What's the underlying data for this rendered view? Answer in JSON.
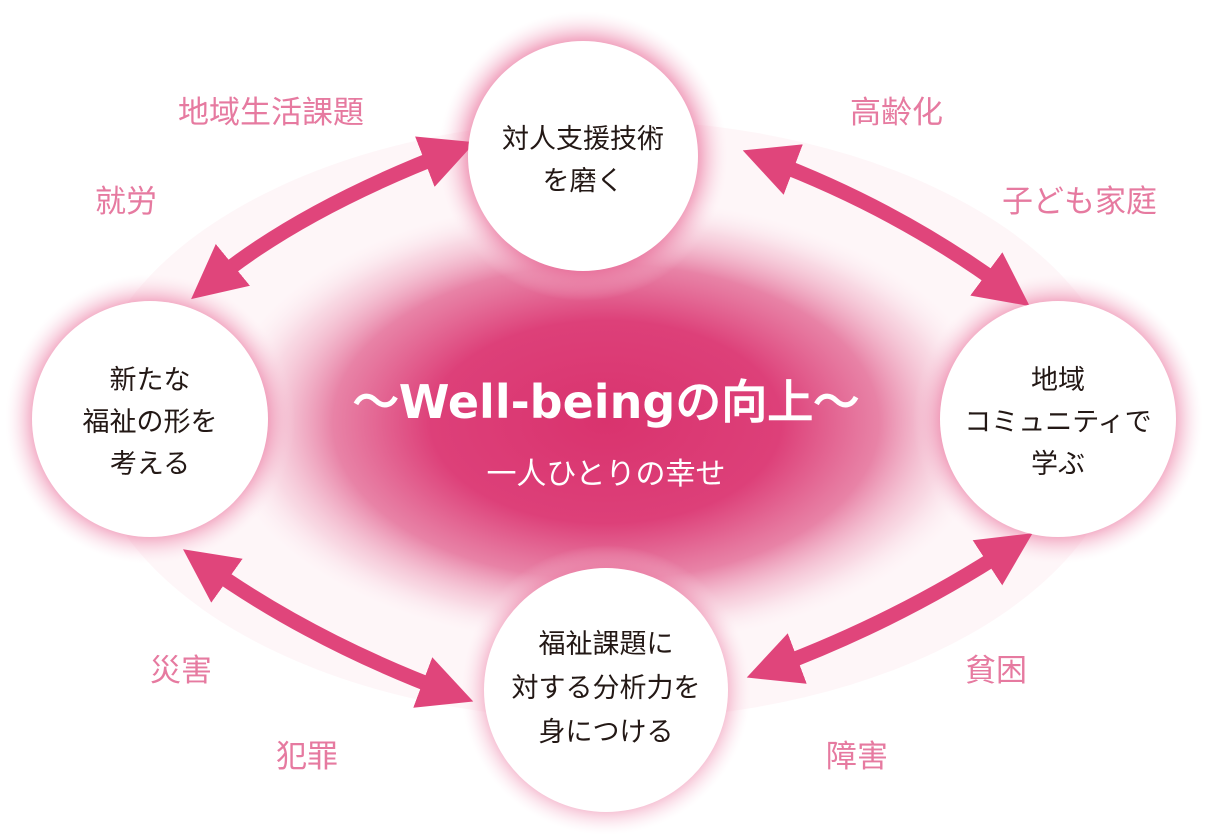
{
  "colors": {
    "accent": "#e0457b",
    "label": "#e67aa0",
    "circle_fill": "#ffffff",
    "text_dark": "#231815"
  },
  "center": {
    "title": "〜Well-beingの向上〜",
    "subtitle": "一人ひとりの幸せ"
  },
  "circles": {
    "top": [
      "対人支援技術",
      "を磨く"
    ],
    "left": [
      "新たな",
      "福祉の形を",
      "考える"
    ],
    "right": [
      "地域",
      "コミュニティで",
      "学ぶ"
    ],
    "bottom": [
      "福祉課題に",
      "対する分析力を",
      "身につける"
    ]
  },
  "labels": {
    "upper_left": [
      "地域生活課題",
      "就労"
    ],
    "upper_right": [
      "高齢化",
      "子ども家庭"
    ],
    "lower_left": [
      "災害",
      "犯罪"
    ],
    "lower_right": [
      "貧困",
      "障害"
    ]
  },
  "arrows": [
    "double-arrow-upper-left",
    "double-arrow-upper-right",
    "double-arrow-lower-left",
    "double-arrow-lower-right"
  ]
}
